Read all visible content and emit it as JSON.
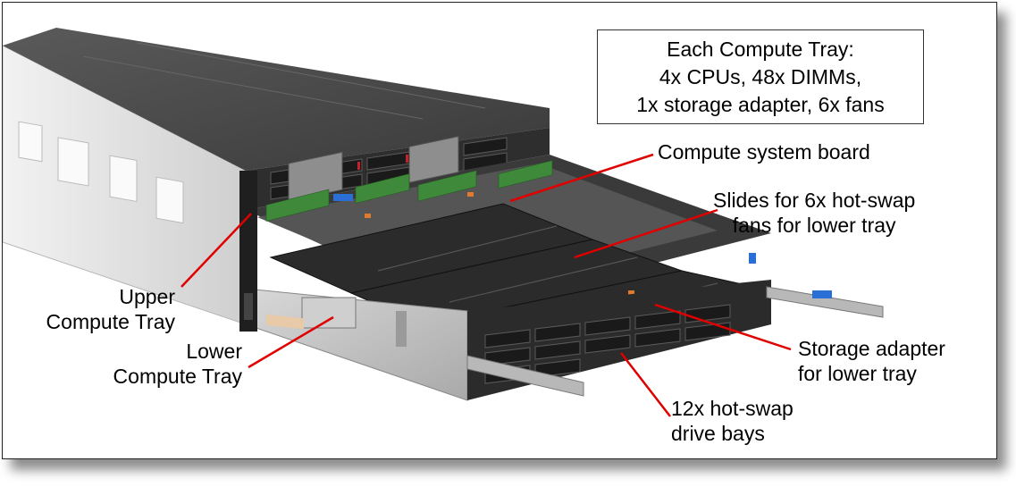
{
  "summary_box": {
    "lines": [
      "Each Compute Tray:",
      "4x CPUs, 48x DIMMs,",
      "1x storage adapter, 6x fans"
    ]
  },
  "callouts": {
    "compute_system_board": [
      "Compute system board"
    ],
    "fan_slides": [
      "Slides for 6x hot-swap",
      "fans for lower tray"
    ],
    "upper_tray": [
      "Upper",
      "Compute Tray"
    ],
    "lower_tray": [
      "Lower",
      "Compute Tray"
    ],
    "storage_adapter": [
      "Storage adapter",
      "for lower tray"
    ],
    "drive_bays": [
      "12x hot-swap",
      "drive bays"
    ]
  },
  "colors": {
    "leader_line": "#e00000",
    "chassis_side": "#e4e4e4",
    "chassis_top": "#4a4a4a",
    "tray_dark": "#2b2b2b",
    "dimm_green": "#3f8a3a",
    "latch_blue": "#2a6fd6",
    "accent_orange": "#e07a2e"
  }
}
